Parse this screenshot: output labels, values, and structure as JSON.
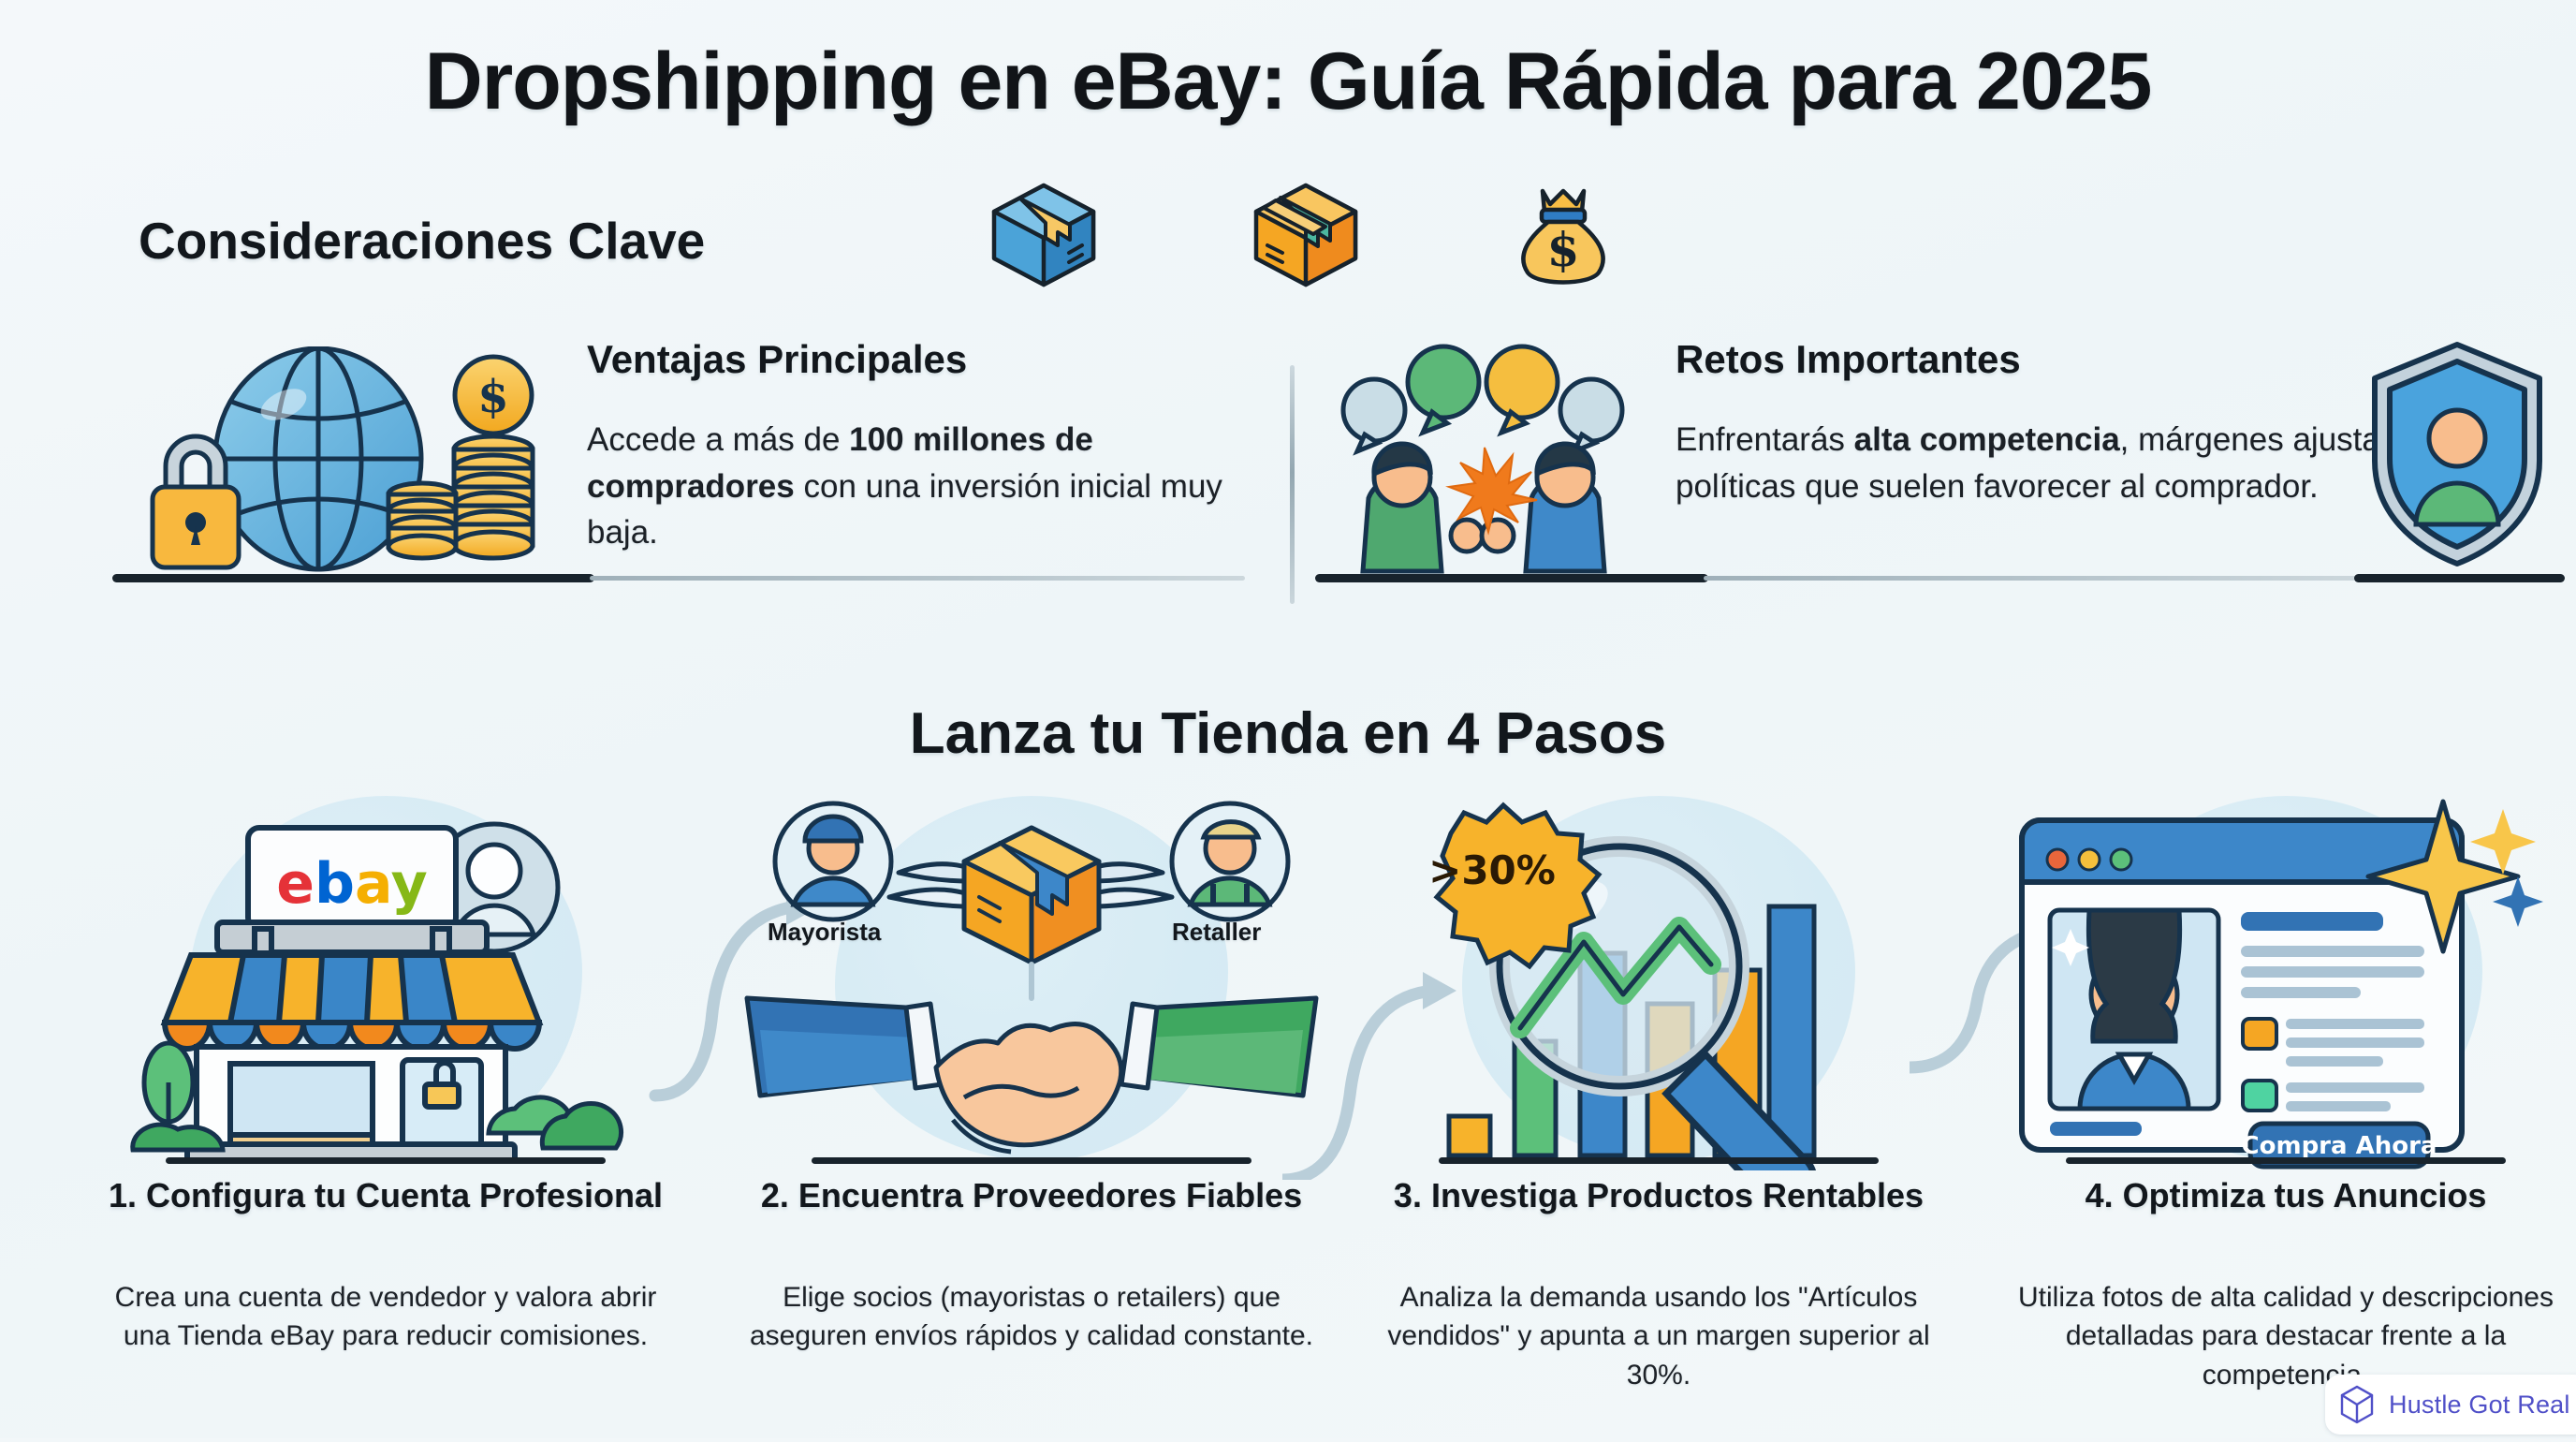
{
  "title": "Dropshipping en eBay: Guía Rápida para 2025",
  "section_considerations": {
    "heading": "Consideraciones Clave",
    "top_icons": [
      "blue-box-icon",
      "orange-box-icon",
      "money-bag-icon"
    ],
    "cards": [
      {
        "heading": "Ventajas Principales",
        "body_prefix": "Accede a más de ",
        "body_bold": "100 millones de compradores",
        "body_suffix": " con una inversión inicial muy baja.",
        "illustration": "globe-lock-coins"
      },
      {
        "heading": "Retos Importantes",
        "body_prefix": "Enfrentarás ",
        "body_bold": "alta competencia",
        "body_suffix": ", márgenes ajustados y políticas que suelen favorecer al comprador.",
        "illustration": "competition-people-shield"
      }
    ]
  },
  "section_steps": {
    "heading": "Lanza tu Tienda en 4 Pasos",
    "steps": [
      {
        "title": "1. Configura tu Cuenta Profesional",
        "desc": "Crea una cuenta de vendedor y valora abrir una Tienda eBay para reducir comisiones.",
        "illustration": "ebay-storefront",
        "brand_label": "ebay"
      },
      {
        "title": "2. Encuentra Proveedores Fiables",
        "desc": "Elige socios (mayoristas o retailers) que aseguren envíos rápidos y calidad constante.",
        "illustration": "handshake-suppliers",
        "label_left": "Mayorista",
        "label_right": "Retaller"
      },
      {
        "title": "3. Investiga Productos Rentables",
        "desc": "Analiza la demanda usando los \"Artículos vendidos\" y apunta a un margen superior al 30%.",
        "illustration": "magnifier-bar-chart",
        "badge": ">30%"
      },
      {
        "title": "4. Optimiza tus Anuncios",
        "desc": "Utiliza fotos de alta calidad y descripciones detalladas para destacar frente a la competencia.",
        "illustration": "listing-browser-window",
        "cta_label": "Compra Ahora"
      }
    ]
  },
  "watermark": {
    "label": "Hustle Got Real",
    "icon": "cube-icon"
  },
  "colors": {
    "background": "#f2f7f9",
    "ink": "#12171c",
    "ebay_red": "#e53238",
    "ebay_blue": "#0064d2",
    "ebay_yellow": "#f5af02",
    "ebay_green": "#86b817",
    "accent_orange": "#f5a623",
    "accent_blue": "#3d86c9",
    "accent_green": "#5ab87a",
    "line": "#18232c",
    "watermark_text": "#5050c8"
  }
}
